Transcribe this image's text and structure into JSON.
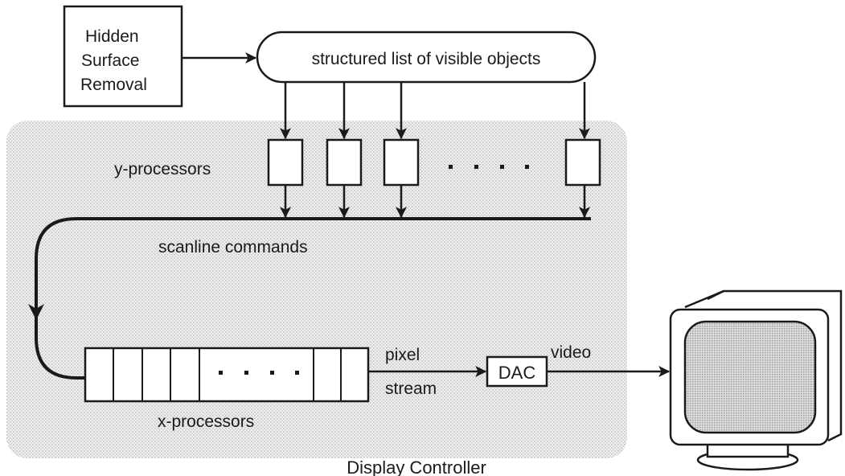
{
  "hsr_box": {
    "line1": "Hidden",
    "line2": "Surface",
    "line3": "Removal"
  },
  "visible_list_label": "structured list of visible objects",
  "y_processors_label": "y-processors",
  "scanline_commands_label": "scanline commands",
  "x_processors_label": "x-processors",
  "pixel_stream": {
    "line1": "pixel",
    "line2": "stream"
  },
  "dac_label": "DAC",
  "video_label": "video",
  "controller_label": "Display Controller",
  "colors": {
    "ink": "#1a1a1a",
    "panel_shade": "#e4e4e4",
    "screen_shade": "#cfcfcf"
  }
}
